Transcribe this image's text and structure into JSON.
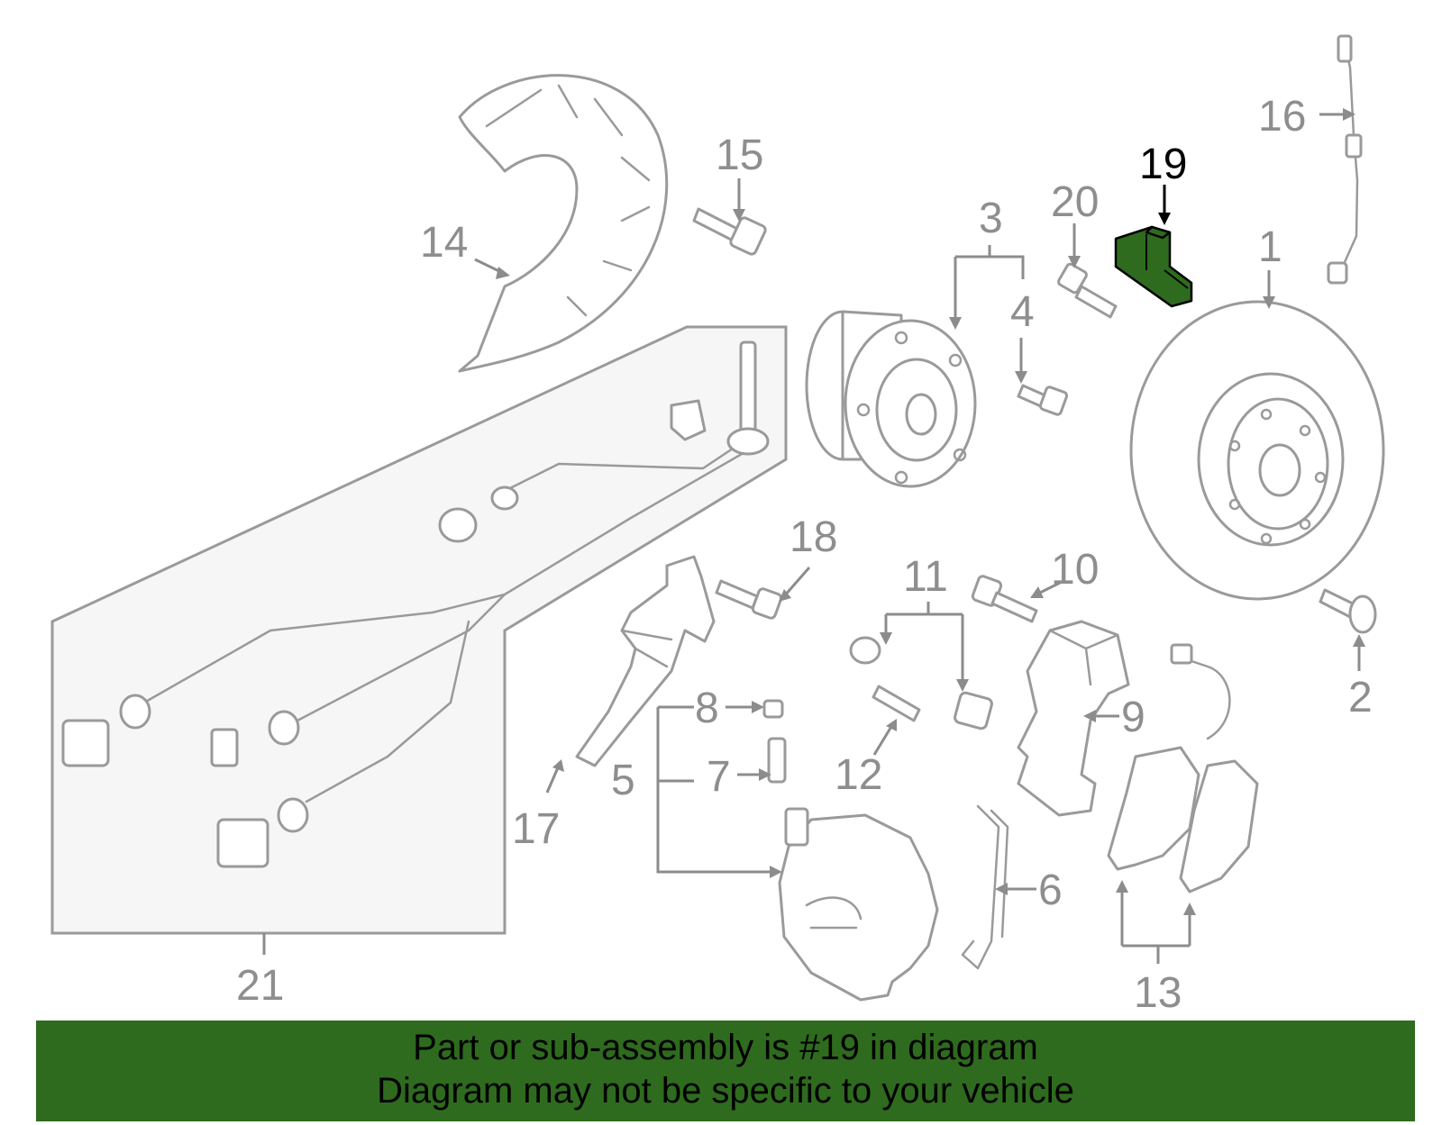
{
  "callouts": {
    "c1": "1",
    "c2": "2",
    "c3": "3",
    "c4": "4",
    "c5": "5",
    "c6": "6",
    "c7": "7",
    "c8": "8",
    "c9": "9",
    "c10": "10",
    "c11": "11",
    "c12": "12",
    "c13": "13",
    "c14": "14",
    "c15": "15",
    "c16": "16",
    "c17": "17",
    "c18": "18",
    "c19": "19",
    "c20": "20",
    "c21": "21"
  },
  "highlighted_part": "19",
  "colors": {
    "highlight": "#2e6b1e",
    "part_line": "#9a9a9a",
    "banner": "#2e6b1e"
  },
  "banner": {
    "line1": "Part or sub-assembly is #19 in diagram",
    "line2": "Diagram may not be specific to your vehicle"
  }
}
